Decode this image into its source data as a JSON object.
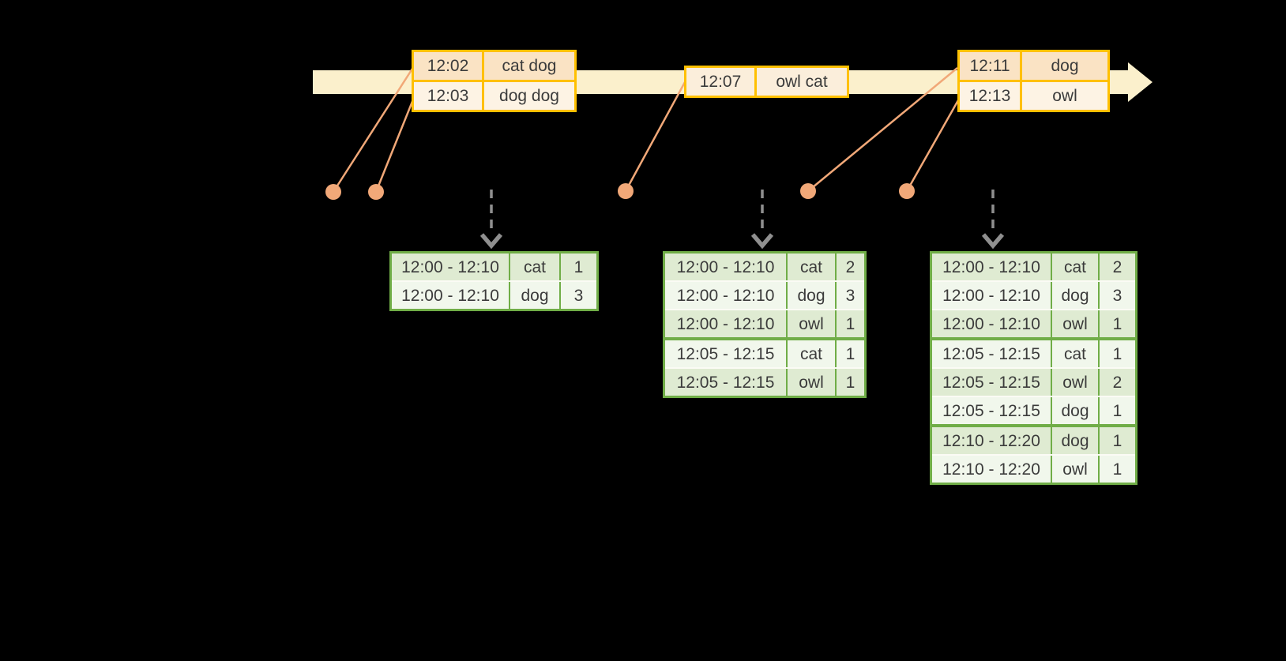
{
  "palette": {
    "background": "#000000",
    "timeline_fill": "#FBF0CC",
    "event_border": "#FFC000",
    "event_row_dark": "#FAE3C4",
    "event_row_light": "#FDF3E4",
    "event_single_row": "#FBEEDB",
    "connector": "#F1A878",
    "trigger_arrow": "#8F8F8F",
    "result_border": "#70AD47",
    "result_row_dark": "#DFEBD2",
    "result_row_light": "#F1F7EC",
    "text": "#3B3B3B"
  },
  "icons": {
    "timeline_arrowhead": "triangle-right",
    "trigger_arrowhead": "chevron-down",
    "event_marker": "filled-circle"
  },
  "event_tables": [
    {
      "id": "events-1",
      "rows": [
        {
          "time": "12:02",
          "words": "cat dog"
        },
        {
          "time": "12:03",
          "words": "dog dog"
        }
      ]
    },
    {
      "id": "events-2",
      "rows": [
        {
          "time": "12:07",
          "words": "owl cat"
        }
      ]
    },
    {
      "id": "events-3",
      "rows": [
        {
          "time": "12:11",
          "words": "dog"
        },
        {
          "time": "12:13",
          "words": "owl"
        }
      ]
    }
  ],
  "result_tables": [
    {
      "id": "results-1",
      "rows": [
        [
          "12:00 - 12:10",
          "cat",
          "1"
        ],
        [
          "12:00 - 12:10",
          "dog",
          "3"
        ]
      ],
      "group_breaks": []
    },
    {
      "id": "results-2",
      "rows": [
        [
          "12:00 - 12:10",
          "cat",
          "2"
        ],
        [
          "12:00 - 12:10",
          "dog",
          "3"
        ],
        [
          "12:00 - 12:10",
          "owl",
          "1"
        ],
        [
          "12:05 - 12:15",
          "cat",
          "1"
        ],
        [
          "12:05 - 12:15",
          "owl",
          "1"
        ]
      ],
      "group_breaks": [
        3
      ]
    },
    {
      "id": "results-3",
      "rows": [
        [
          "12:00 - 12:10",
          "cat",
          "2"
        ],
        [
          "12:00 - 12:10",
          "dog",
          "3"
        ],
        [
          "12:00 - 12:10",
          "owl",
          "1"
        ],
        [
          "12:05 - 12:15",
          "cat",
          "1"
        ],
        [
          "12:05 - 12:15",
          "owl",
          "2"
        ],
        [
          "12:05 - 12:15",
          "dog",
          "1"
        ],
        [
          "12:10 - 12:20",
          "dog",
          "1"
        ],
        [
          "12:10 - 12:20",
          "owl",
          "1"
        ]
      ],
      "group_breaks": [
        3,
        6
      ]
    }
  ]
}
